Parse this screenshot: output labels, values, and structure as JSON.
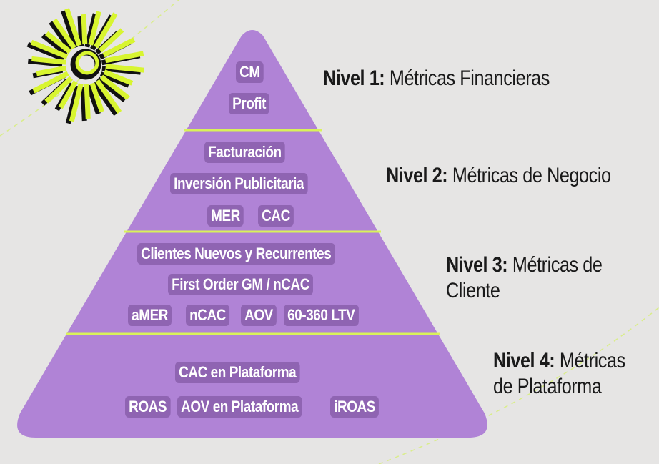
{
  "pyramid": {
    "levels": [
      {
        "chips": [
          "CM",
          "Profit"
        ],
        "label_bold": "Nivel 1:",
        "label_rest": "Métricas Financieras"
      },
      {
        "chips": [
          "Facturación",
          "Inversión Publicitaria",
          "MER",
          "CAC"
        ],
        "label_bold": "Nivel 2:",
        "label_rest": "Métricas de Negocio"
      },
      {
        "chips": [
          "Clientes Nuevos y Recurrentes",
          "First Order GM / nCAC",
          "aMER",
          "nCAC",
          "AOV",
          "60-360 LTV"
        ],
        "label_bold": "Nivel 3:",
        "label_rest_line1": "Métricas de",
        "label_rest_line2": "Cliente"
      },
      {
        "chips": [
          "CAC en Plataforma",
          "ROAS",
          "AOV en Plataforma",
          "iROAS"
        ],
        "label_bold": "Nivel 4:",
        "label_rest_line1": "Métricas",
        "label_rest_line2": "de Plataforma"
      }
    ]
  },
  "colors": {
    "background": "#e6e5e4",
    "pyramid_fill": "#b083d6",
    "chip_fill": "#8f64b2",
    "divider": "#d9f25a",
    "sunburst": "#d8f530",
    "sunburst_shadow": "#111111"
  },
  "icons": {
    "logo": "sunburst-logo-icon"
  }
}
